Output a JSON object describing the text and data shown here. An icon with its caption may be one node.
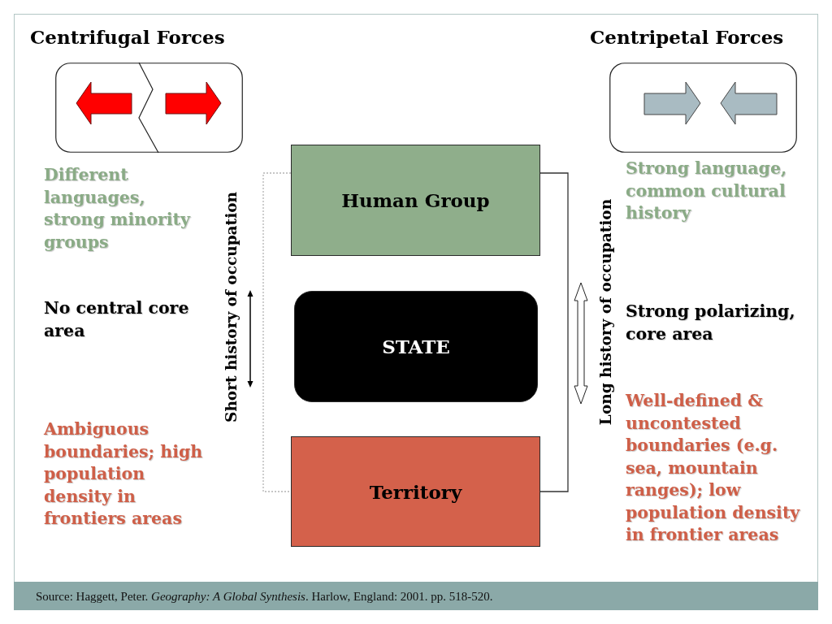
{
  "diagram": {
    "nodes": [
      {
        "text": [
          "Human Group"
        ]
      },
      {
        "text": [
          "STATE"
        ]
      },
      {
        "text": [
          "Territory"
        ]
      }
    ],
    "edges": [
      {
        "from": 0,
        "to": 2,
        "arrow": "none",
        "style": "dashed",
        "color": "#b4b4b4"
      },
      {
        "from": 0,
        "to": 2,
        "arrow": "none",
        "color": "#333333"
      }
    ],
    "labels": [
      "Centrifugal Forces",
      "Centripetal Forces",
      "Different languages, strong minority groups",
      "Strong language, common cultural history",
      "Short history of occupation",
      "Long history of occupation",
      "No central core area",
      "Strong polarizing, core area",
      "Ambiguous boundaries; high population density in frontiers areas",
      "Well-defined & uncontested boundaries (e.g. sea, mountain ranges); low population density in frontier areas",
      "Source: Haggett, Peter. *Geography: A Global Synthesis*. Harlow, England: 2001. pp. 518-520."
    ]
  }
}
